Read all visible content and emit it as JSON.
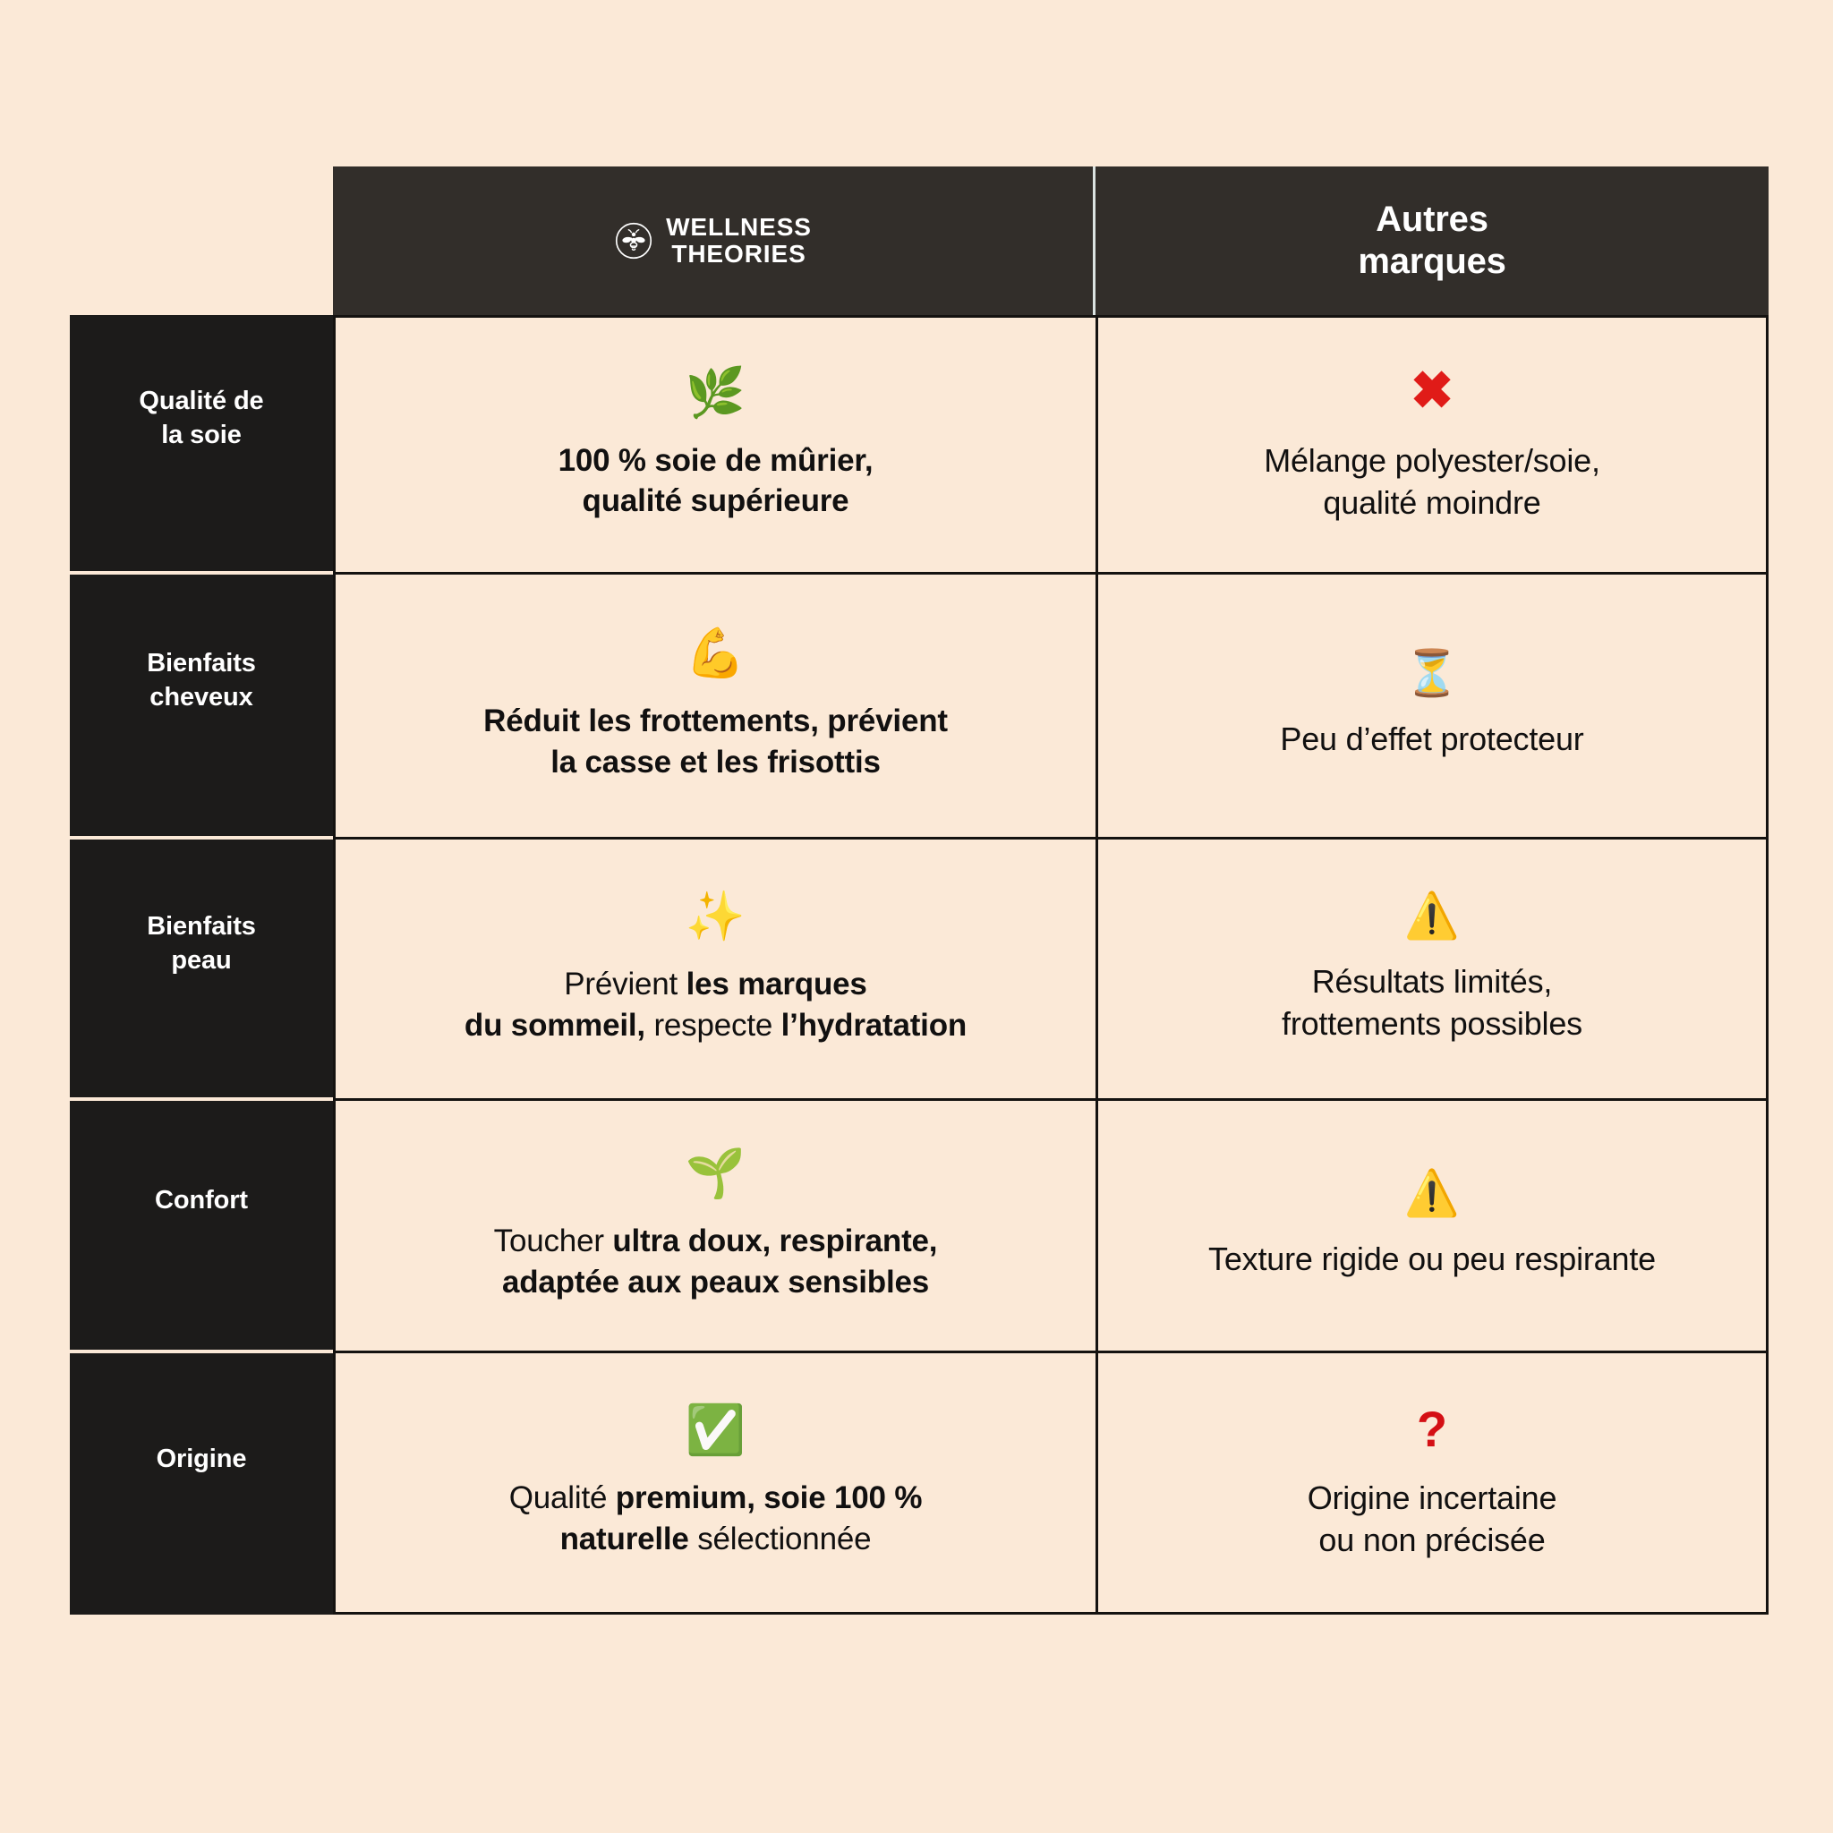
{
  "page": {
    "background_color": "#fbe9d7",
    "header_background": "#322e2a",
    "label_background": "#1c1b1a",
    "border_color": "#141210",
    "accent_red": "#d40f14"
  },
  "header": {
    "spacer_label": "",
    "brand": {
      "logo_icon": "bee-in-circle-icon",
      "line1": "WELLNESS",
      "line2": "THEORIES"
    },
    "other": {
      "line1": "Autres",
      "line2": "marques"
    }
  },
  "rows": [
    {
      "label": "Qualité de\nla soie",
      "label_line1": "Qualité de",
      "label_line2": "la soie",
      "brand": {
        "emoji": "🌿",
        "emoji_name": "herb-icon",
        "parts": [
          {
            "text": "100 % soie de mûrier, qualité supérieure",
            "bold": true
          }
        ]
      },
      "other": {
        "emoji": "✖",
        "emoji_name": "red-cross-mark-icon",
        "text": "Mélange polyester/soie,\nqualité moindre",
        "line1": "Mélange polyester/soie,",
        "line2": "qualité moindre"
      }
    },
    {
      "label": "Bienfaits\ncheveux",
      "label_line1": "Bienfaits",
      "label_line2": "cheveux",
      "brand": {
        "emoji": "💪",
        "emoji_name": "flexed-biceps-icon",
        "parts": [
          {
            "text": "Réduit les frottements, prévient la casse et les frisottis",
            "bold": true
          }
        ]
      },
      "other": {
        "emoji": "⏳",
        "emoji_name": "hourglass-icon",
        "text": "Peu d’effet protecteur",
        "line1": "Peu d’effet protecteur",
        "line2": ""
      }
    },
    {
      "label": "Bienfaits\npeau",
      "label_line1": "Bienfaits",
      "label_line2": "peau",
      "brand": {
        "emoji": "✨",
        "emoji_name": "sparkles-icon",
        "parts": [
          {
            "text": "Prévient ",
            "bold": false
          },
          {
            "text": "les marques du sommeil,",
            "bold": true
          },
          {
            "text": " respecte ",
            "bold": false
          },
          {
            "text": "l’hydratation",
            "bold": true
          }
        ]
      },
      "other": {
        "emoji": "⚠️",
        "emoji_name": "warning-icon",
        "text": "Résultats limités,\nfrottements possibles",
        "line1": "Résultats limités,",
        "line2": "frottements possibles"
      }
    },
    {
      "label": "Confort",
      "label_line1": "Confort",
      "label_line2": "",
      "brand": {
        "emoji": "🌱",
        "emoji_name": "seedling-icon",
        "parts": [
          {
            "text": "Toucher ",
            "bold": false
          },
          {
            "text": "ultra doux, respirante, adaptée aux peaux sensibles",
            "bold": true
          }
        ]
      },
      "other": {
        "emoji": "⚠️",
        "emoji_name": "warning-icon",
        "text": "Texture rigide ou peu respirante",
        "line1": "Texture rigide ou peu respirante",
        "line2": ""
      }
    },
    {
      "label": "Origine",
      "label_line1": "Origine",
      "label_line2": "",
      "brand": {
        "emoji": "✅",
        "emoji_name": "check-mark-button-icon",
        "parts": [
          {
            "text": "Qualité ",
            "bold": false
          },
          {
            "text": "premium, soie 100 % naturelle",
            "bold": true
          },
          {
            "text": " sélectionnée",
            "bold": false
          }
        ]
      },
      "other": {
        "emoji": "?",
        "emoji_name": "red-question-mark-icon",
        "text": "Origine incertaine\nou non précisée",
        "line1": "Origine incertaine",
        "line2": "ou non précisée"
      }
    }
  ]
}
